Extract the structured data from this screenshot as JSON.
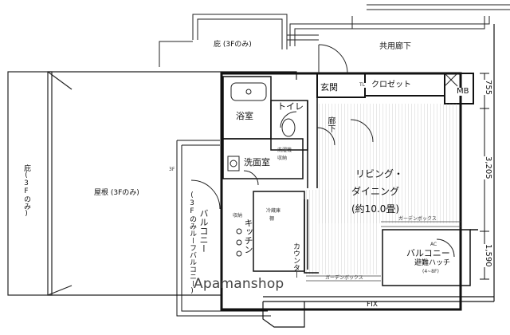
{
  "plan": {
    "rooms": {
      "living": {
        "line1": "リビング・",
        "line2": "ダイニング",
        "line3": "(約10.0畳)"
      },
      "bath": "浴室",
      "toilet": "トイレ",
      "washroom": "洗面室",
      "kitchen": "キッチン",
      "entrance": "玄関",
      "closet": "クロゼット",
      "corridor": "廊下",
      "balcony_left": "バルコニー",
      "balcony_right": "バルコニー"
    },
    "exterior": {
      "common_corridor": "共用廊下",
      "eaves_top": "庇 (3Fのみ)",
      "eaves_left": "庇(3Fのみ)",
      "roof": "屋根 (3Fのみ)",
      "roof_balcony": "(3Fのみルーフバルコニー)",
      "mb": "MB",
      "fix": "FIX"
    },
    "fixtures": {
      "counter": "カウンター",
      "garden_box": "ガーデンボックス",
      "garden_box_2": "ガーデンボックス",
      "evac_hatch": "避難ハッチ",
      "evac_floors": "(4~8F)",
      "ac": "AC",
      "tl": "TL",
      "washer": "洗濯機",
      "storage": "収納",
      "refrigerator": "冷蔵庫",
      "shelf": "棚",
      "storage_2": "収納",
      "shelf_left": "3F"
    },
    "dimensions": {
      "d1": "755",
      "d2": "3,205",
      "d3": "1,590"
    }
  },
  "watermark": "Apamanshop"
}
